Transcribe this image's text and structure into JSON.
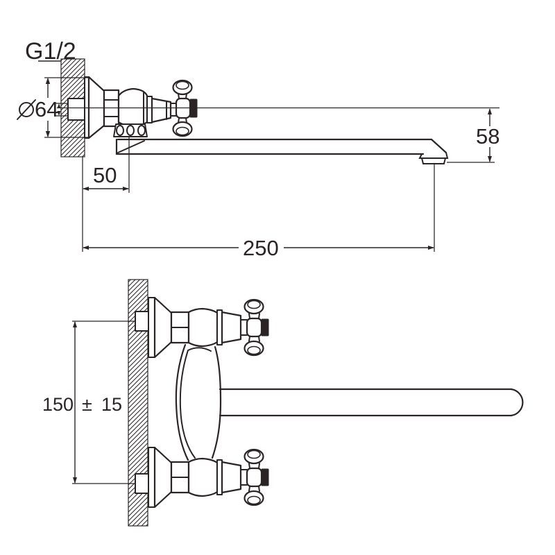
{
  "colors": {
    "line": "#2a2425",
    "background": "#ffffff"
  },
  "side_view": {
    "thread_label": "G1/2",
    "flange_diameter": "64",
    "wall_to_spout_axis": "50",
    "spout_reach": "250",
    "spout_drop": "58"
  },
  "plan_view": {
    "inlet_spacing": "150",
    "plus_minus": "±",
    "tolerance": "15"
  }
}
